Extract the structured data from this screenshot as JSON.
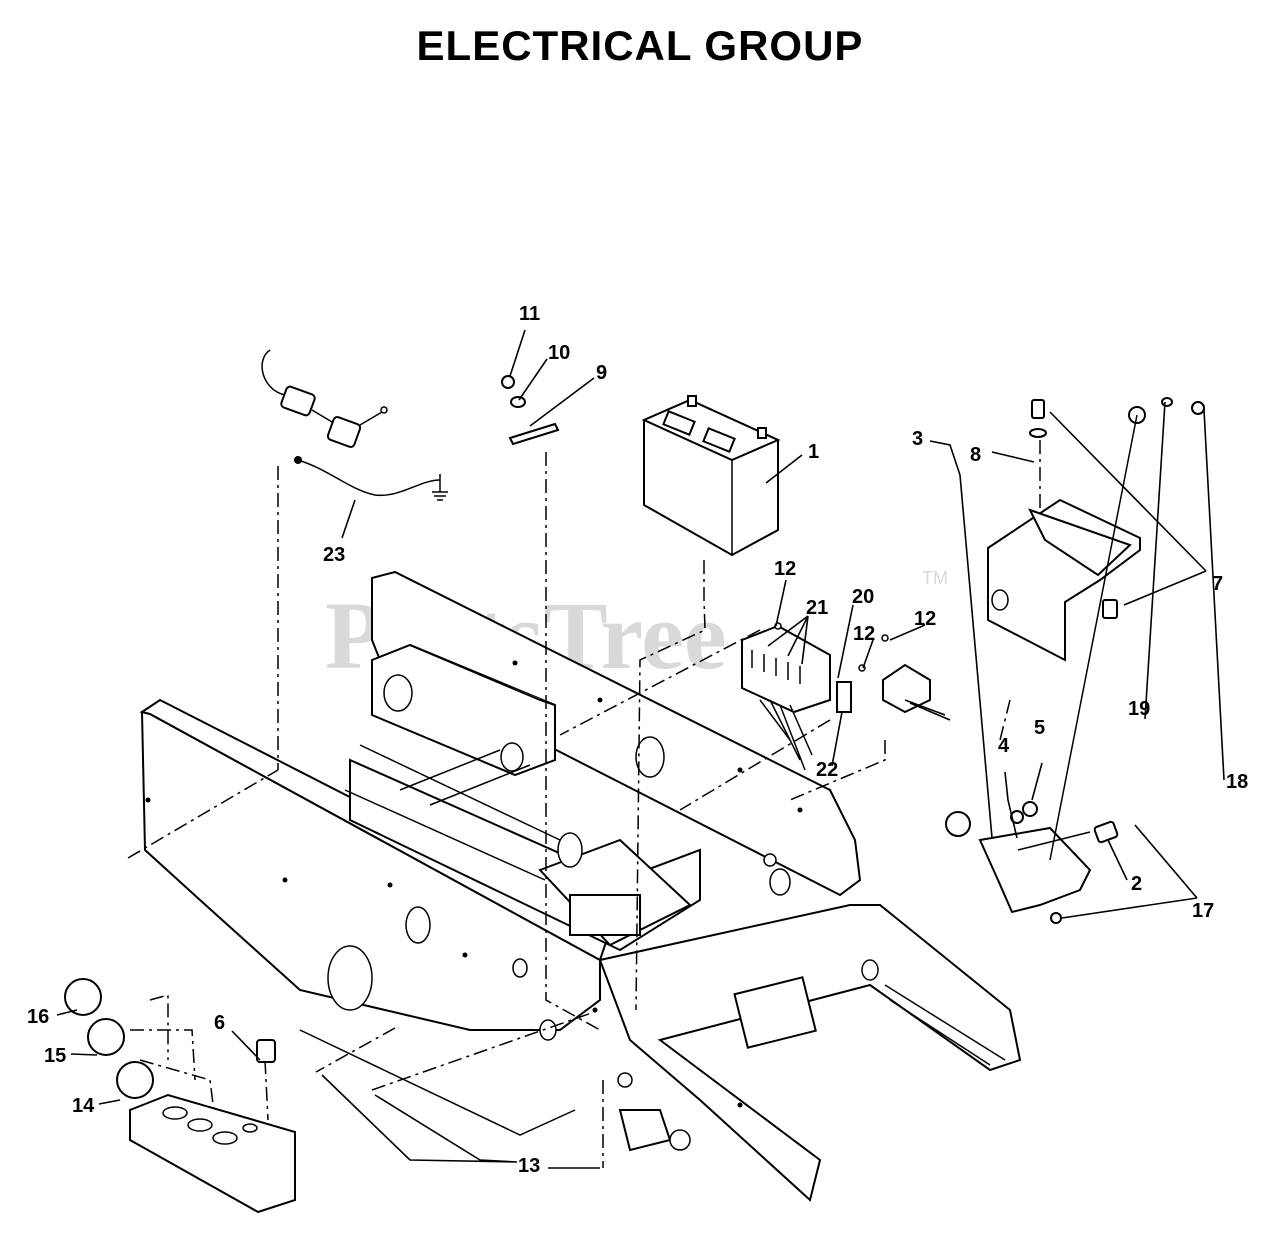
{
  "title": "ELECTRICAL GROUP",
  "watermark": {
    "text": "PartsTree",
    "tm": "TM"
  },
  "callouts": {
    "c1": "1",
    "c2": "2",
    "c3": "3",
    "c4": "4",
    "c5": "5",
    "c6": "6",
    "c7": "7",
    "c8": "8",
    "c9": "9",
    "c10": "10",
    "c11": "11",
    "c12a": "12",
    "c12b": "12",
    "c12c": "12",
    "c13": "13",
    "c14": "14",
    "c15": "15",
    "c16": "16",
    "c17": "17",
    "c18": "18",
    "c19": "19",
    "c20": "20",
    "c21": "21",
    "c22": "22",
    "c23": "23"
  }
}
